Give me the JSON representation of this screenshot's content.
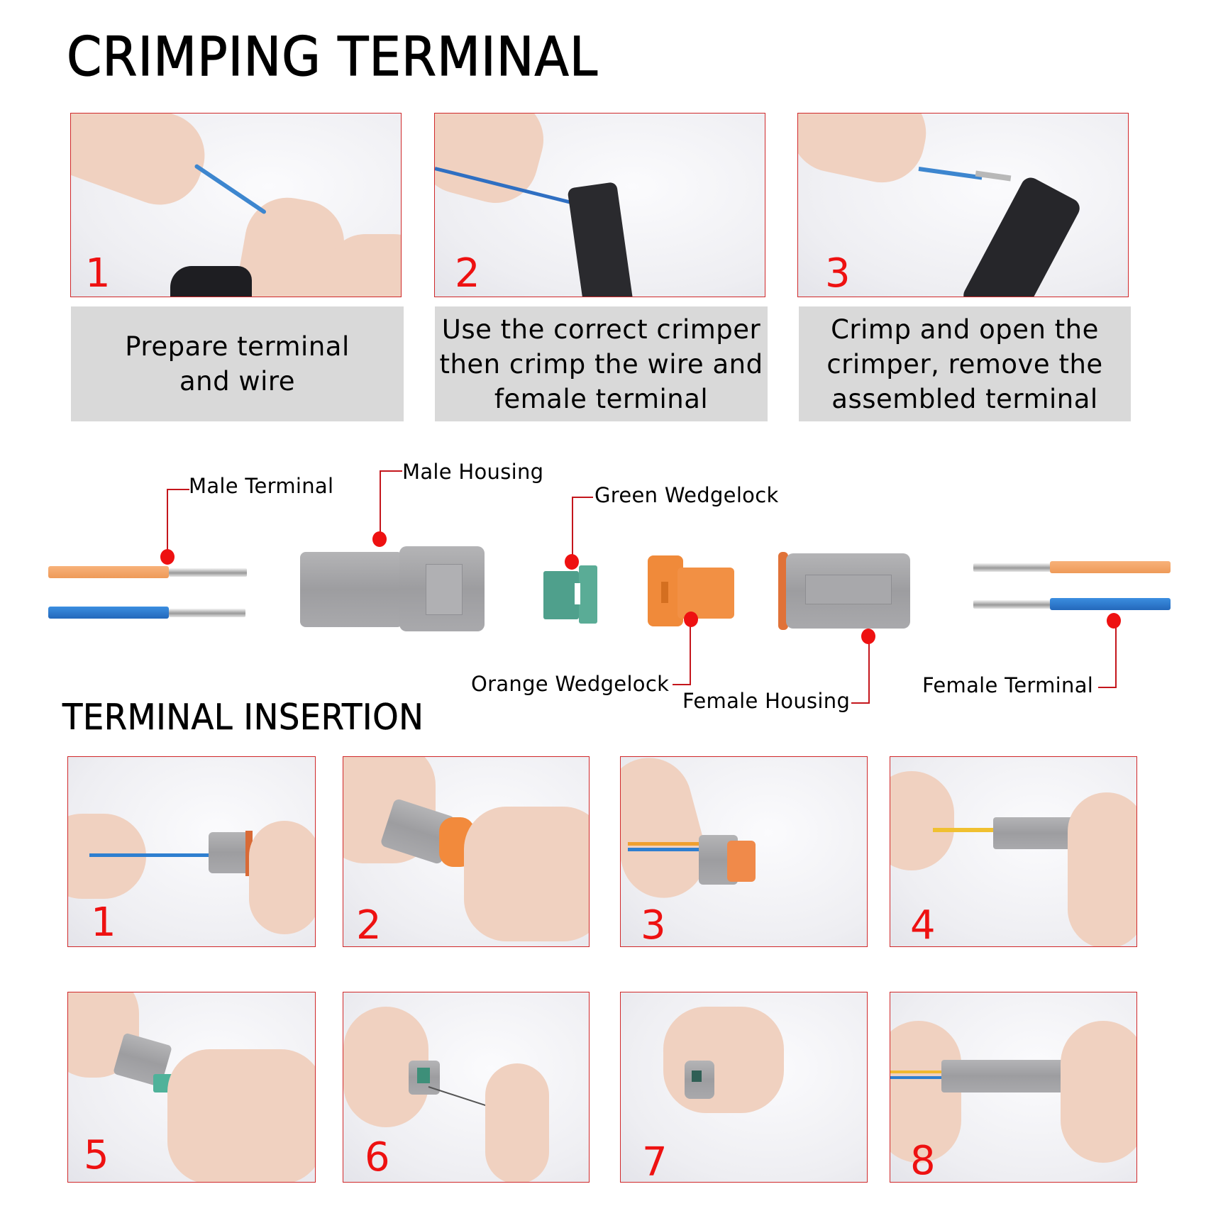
{
  "crimping": {
    "title": "CRIMPING TERMINAL",
    "steps": [
      {
        "number": "1",
        "caption": "Prepare terminal\nand wire"
      },
      {
        "number": "2",
        "caption": "Use the correct crimper\nthen crimp the wire and\nfemale terminal"
      },
      {
        "number": "3",
        "caption": "Crimp and open the\ncrimper, remove the\nassembled terminal"
      }
    ]
  },
  "parts_diagram": {
    "labels": {
      "male_terminal": "Male Terminal",
      "male_housing": "Male Housing",
      "green_wedgelock": "Green Wedgelock",
      "orange_wedgelock": "Orange Wedgelock",
      "female_housing": "Female Housing",
      "female_terminal": "Female Terminal"
    },
    "colors": {
      "leader_line": "#c4161c",
      "marker_dot": "#ee1111",
      "orange_wire": "#f4a060",
      "blue_wire": "#2f7fd0",
      "housing_gray": "#a3a3a6",
      "green_wedgelock": "#4fa08c",
      "orange_wedgelock": "#f08a3a"
    }
  },
  "insertion": {
    "title": "TERMINAL INSERTION",
    "steps": [
      {
        "number": "1"
      },
      {
        "number": "2"
      },
      {
        "number": "3"
      },
      {
        "number": "4"
      },
      {
        "number": "5"
      },
      {
        "number": "6"
      },
      {
        "number": "7"
      },
      {
        "number": "8"
      }
    ]
  },
  "accent_color": "#ee1111"
}
